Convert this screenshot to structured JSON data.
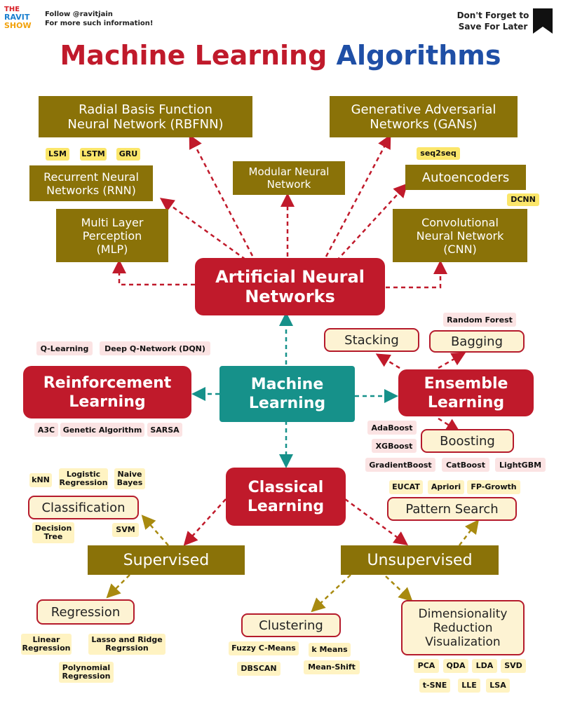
{
  "header": {
    "logo_lines": [
      "THE",
      "RAVIT",
      "SHOW"
    ],
    "follow": "Follow @ravitjain",
    "more": "For more such information!",
    "save_line1": "Don't Forget to",
    "save_line2": "Save For Later",
    "title_part1": "Machine Learning",
    "title_part2": "Algorithms"
  },
  "nodes": {
    "machine_learning": "Machine\nLearning",
    "ann": "Artificial Neural\nNetworks",
    "reinforcement": "Reinforcement\nLearning",
    "ensemble": "Ensemble\nLearning",
    "classical": "Classical\nLearning",
    "rbfnn": "Radial Basis Function\nNeural Network (RBFNN)",
    "gans": "Generative Adversarial\nNetworks (GANs)",
    "rnn": "Recurrent Neural\nNetworks (RNN)",
    "modular": "Modular Neural\nNetwork",
    "autoencoders": "Autoencoders",
    "mlp": "Multi Layer\nPerception\n(MLP)",
    "cnn": "Convolutional\nNeural Network\n(CNN)",
    "stacking": "Stacking",
    "bagging": "Bagging",
    "boosting": "Boosting",
    "supervised": "Supervised",
    "unsupervised": "Unsupervised",
    "classification": "Classification",
    "regression": "Regression",
    "pattern_search": "Pattern Search",
    "clustering": "Clustering",
    "dim_reduction": "Dimensionality\nReduction\nVisualization"
  },
  "tags": {
    "lsm": "LSM",
    "lstm": "LSTM",
    "gru": "GRU",
    "seq2seq": "seq2seq",
    "dcnn": "DCNN",
    "q_learning": "Q-Learning",
    "dqn": "Deep Q-Network (DQN)",
    "a3c": "A3C",
    "genetic": "Genetic Algorithm",
    "sarsa": "SARSA",
    "random_forest": "Random Forest",
    "adaboost": "AdaBoost",
    "xgboost": "XGBoost",
    "gradientboost": "GradientBoost",
    "catboost": "CatBoost",
    "lightgbm": "LightGBM",
    "knn": "kNN",
    "logistic": "Logistic\nRegression",
    "naive": "Naive\nBayes",
    "decision_tree": "Decision\nTree",
    "svm": "SVM",
    "eucat": "EUCAT",
    "apriori": "Apriori",
    "fpgrowth": "FP-Growth",
    "linear": "Linear\nRegression",
    "lasso": "Lasso and Ridge\nRegrssion",
    "polynomial": "Polynomial\nRegression",
    "fuzzy": "Fuzzy C-Means",
    "kmeans": "k Means",
    "dbscan": "DBSCAN",
    "meanshift": "Mean-Shift",
    "pca": "PCA",
    "qda": "QDA",
    "lda": "LDA",
    "svd": "SVD",
    "tsne": "t-SNE",
    "lle": "LLE",
    "lsa": "LSA"
  },
  "colors": {
    "red": "#c01a2b",
    "olive": "#8a7208",
    "teal": "#16918a",
    "blue": "#1f4fa6",
    "cream": "#fdf3d3",
    "yellow_tag": "#fbe66a",
    "pink_tag": "#fbe3e3"
  }
}
